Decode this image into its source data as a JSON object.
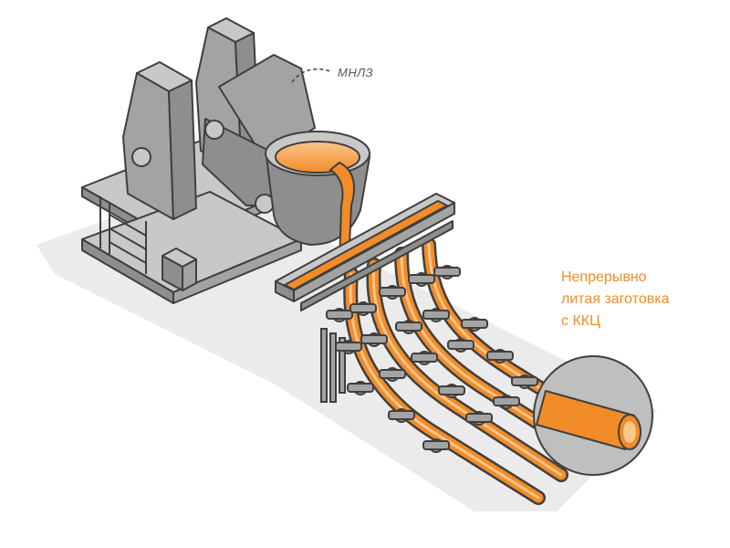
{
  "labels": {
    "machine": "МНЛЗ",
    "product_line1": "Непрерывно",
    "product_line2": "литая заготовка",
    "product_line3": "с ККЦ"
  },
  "colors": {
    "steel": "#F28C28",
    "steel_light": "#FBC58C",
    "metal": "#A3A3A3",
    "metal_dark": "#6E6E6E",
    "metal_light": "#C8C8C8",
    "outline": "#3F3F3F",
    "ground": "#EBEBEB",
    "label_orange": "#F28C28"
  },
  "diagram": {
    "strand_count": 4
  }
}
